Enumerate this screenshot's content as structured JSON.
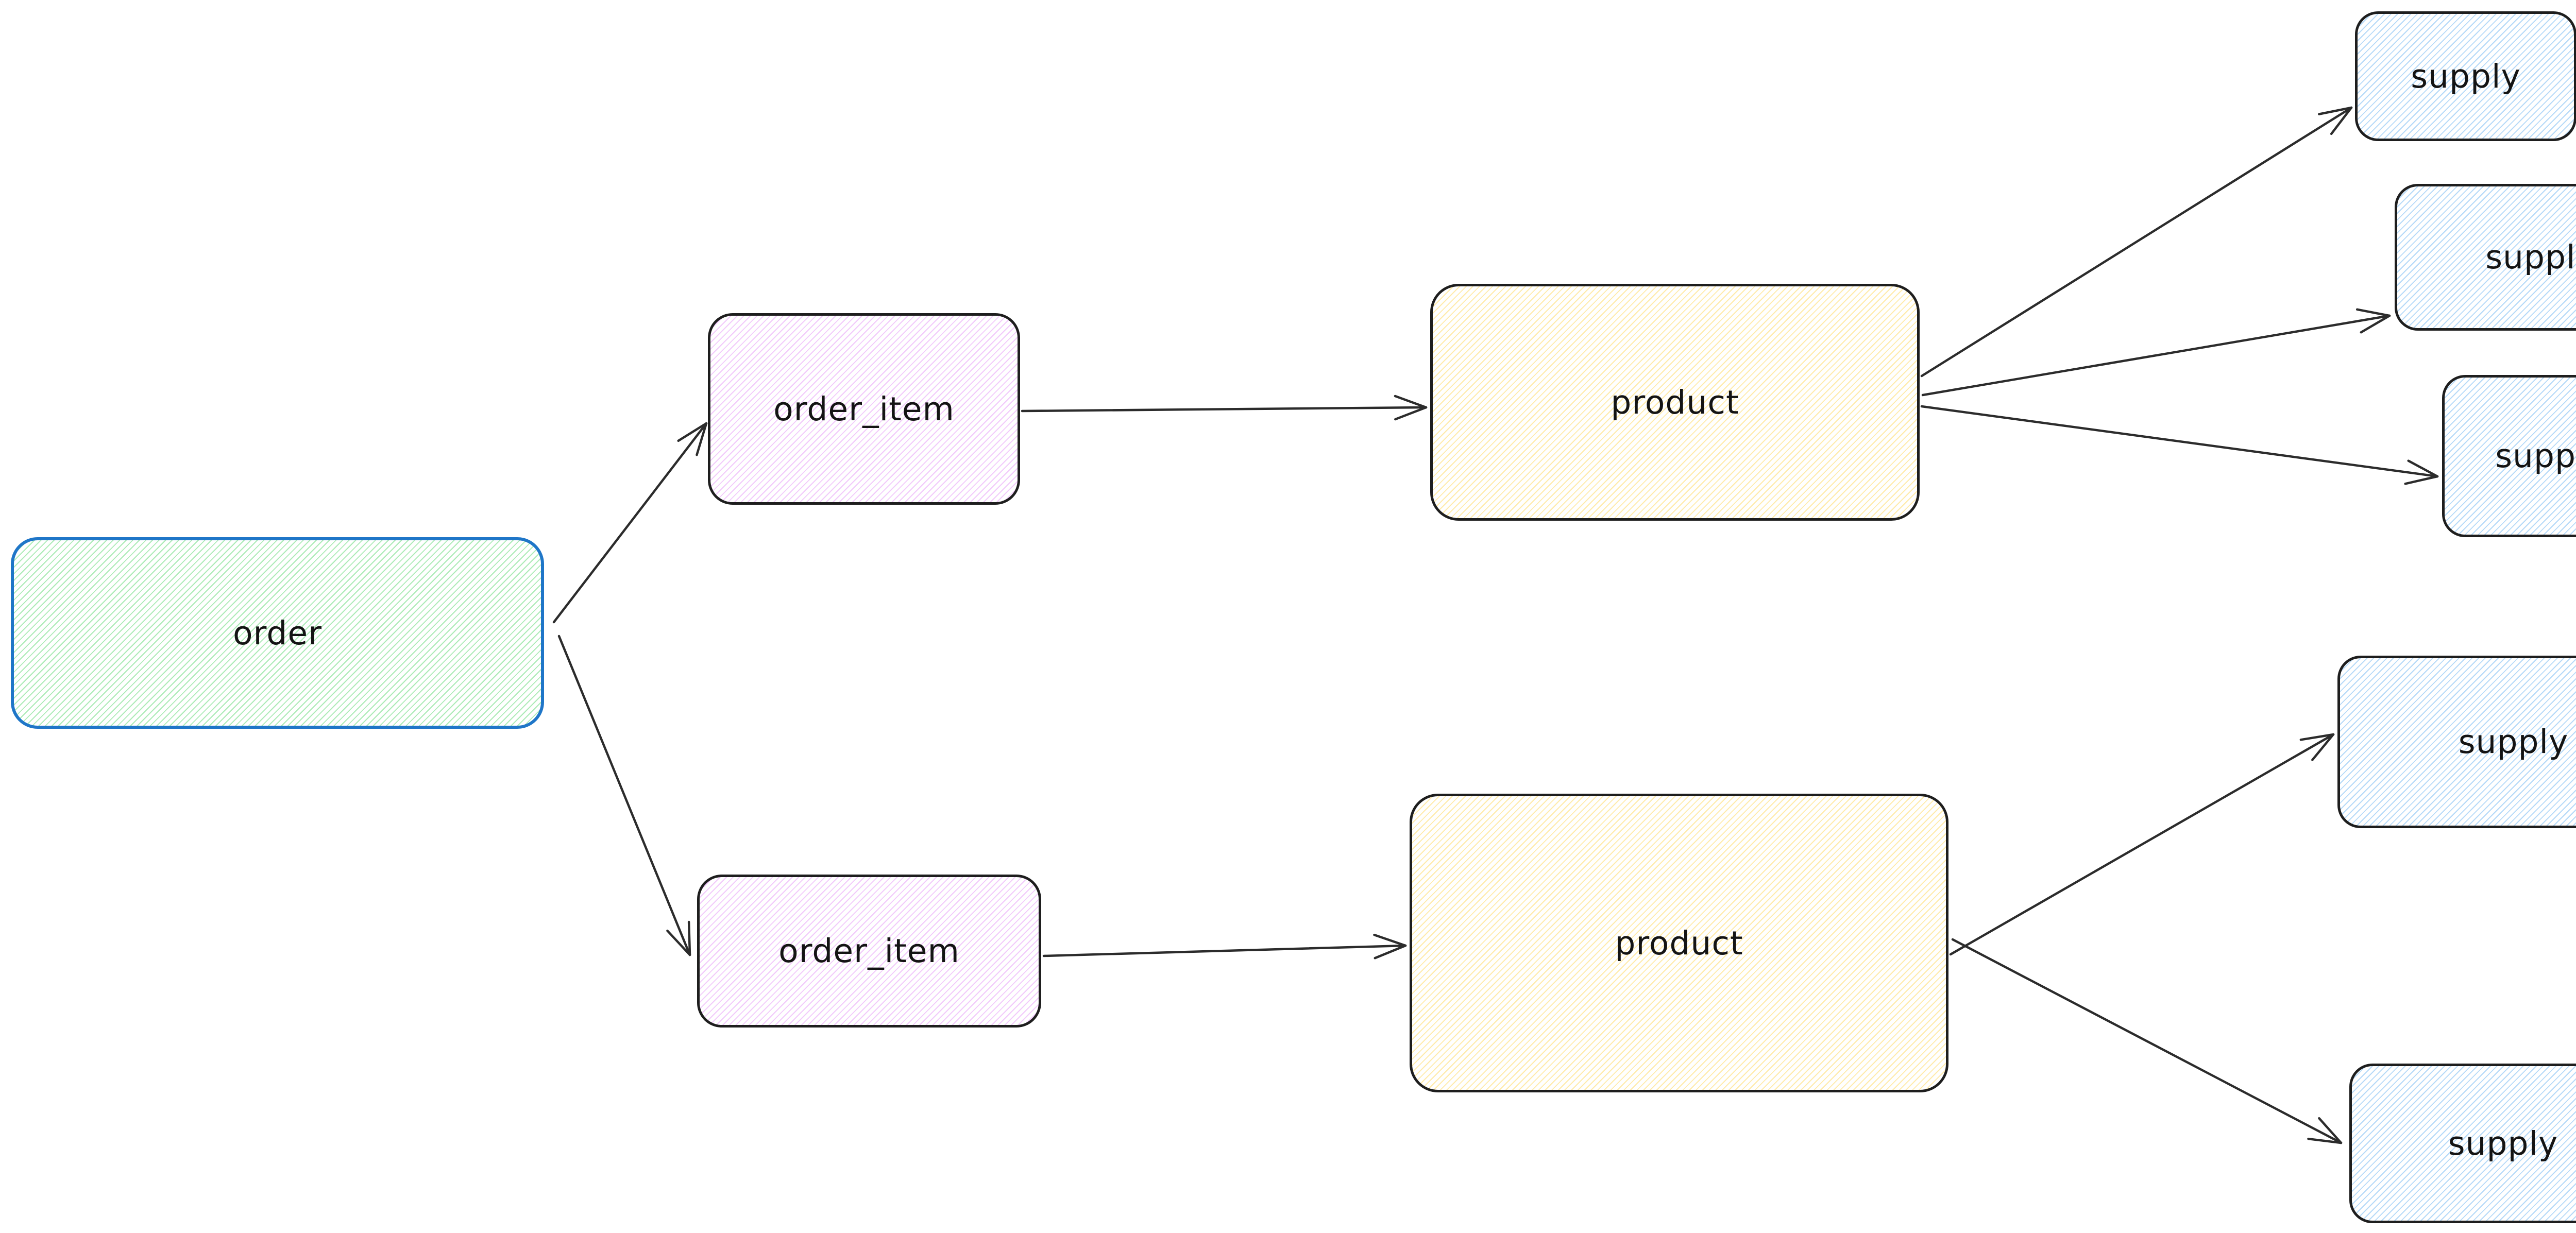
{
  "diagram": {
    "nodes": [
      {
        "id": "order",
        "label": "order"
      },
      {
        "id": "order_item_1",
        "label": "order_item"
      },
      {
        "id": "order_item_2",
        "label": "order_item"
      },
      {
        "id": "product_1",
        "label": "product"
      },
      {
        "id": "product_2",
        "label": "product"
      },
      {
        "id": "supply_1",
        "label": "supply"
      },
      {
        "id": "supply_2",
        "label": "supply"
      },
      {
        "id": "supply_3",
        "label": "supply"
      },
      {
        "id": "supply_4",
        "label": "supply"
      },
      {
        "id": "supply_5",
        "label": "supply"
      }
    ],
    "edges": [
      {
        "from": "order",
        "to": "order_item_1"
      },
      {
        "from": "order",
        "to": "order_item_2"
      },
      {
        "from": "order_item_1",
        "to": "product_1"
      },
      {
        "from": "order_item_2",
        "to": "product_2"
      },
      {
        "from": "product_1",
        "to": "supply_1"
      },
      {
        "from": "product_1",
        "to": "supply_2"
      },
      {
        "from": "product_1",
        "to": "supply_3"
      },
      {
        "from": "product_2",
        "to": "supply_4"
      },
      {
        "from": "product_2",
        "to": "supply_5"
      }
    ],
    "colors": {
      "background": "#ffffff",
      "order_stroke": "#1f76c8",
      "order_hatch": "#69db7c",
      "order_item_hatch": "#e082f5",
      "product_hatch": "#ffd550",
      "supply_hatch": "#6eb4f0",
      "node_stroke": "#1e1e1e",
      "arrow": "#2c2c2c",
      "text": "#141414"
    }
  }
}
